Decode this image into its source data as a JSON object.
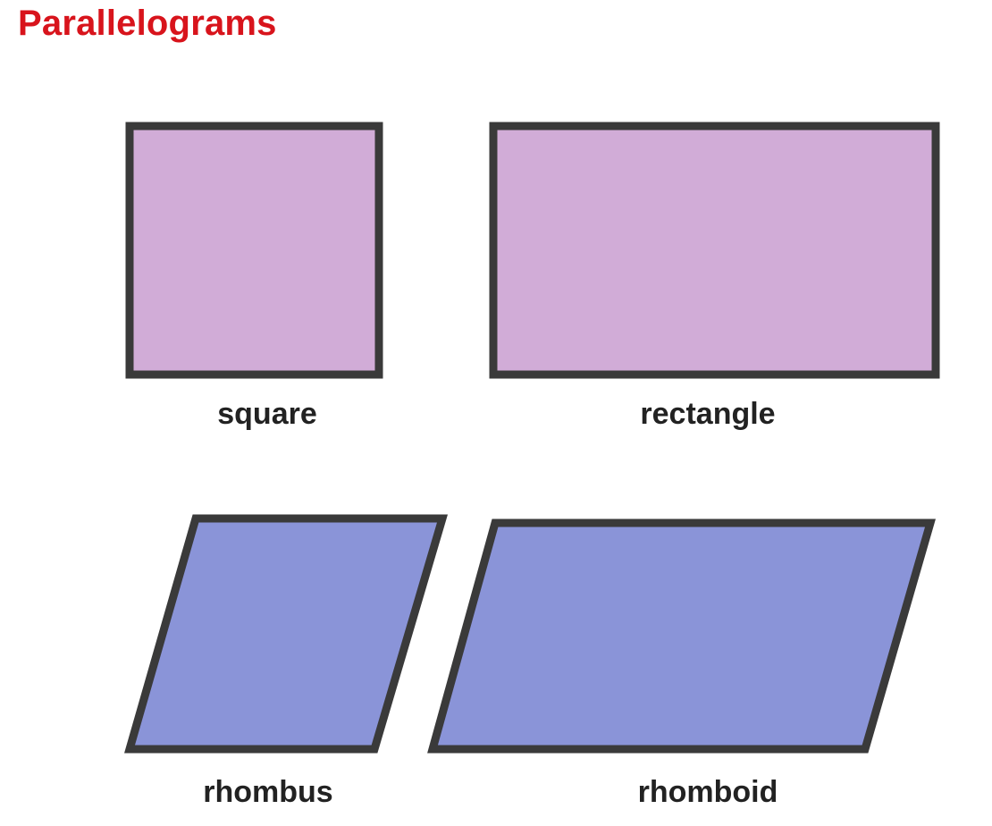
{
  "title": "Parallelograms",
  "colors": {
    "title": "#d8141c",
    "rectangular_fill": "#d1acd7",
    "slanted_fill": "#8a94d8",
    "outline": "#3a3a3a"
  },
  "shapes": {
    "square": {
      "label": "square"
    },
    "rectangle": {
      "label": "rectangle"
    },
    "rhombus": {
      "label": "rhombus"
    },
    "rhomboid": {
      "label": "rhomboid"
    }
  }
}
